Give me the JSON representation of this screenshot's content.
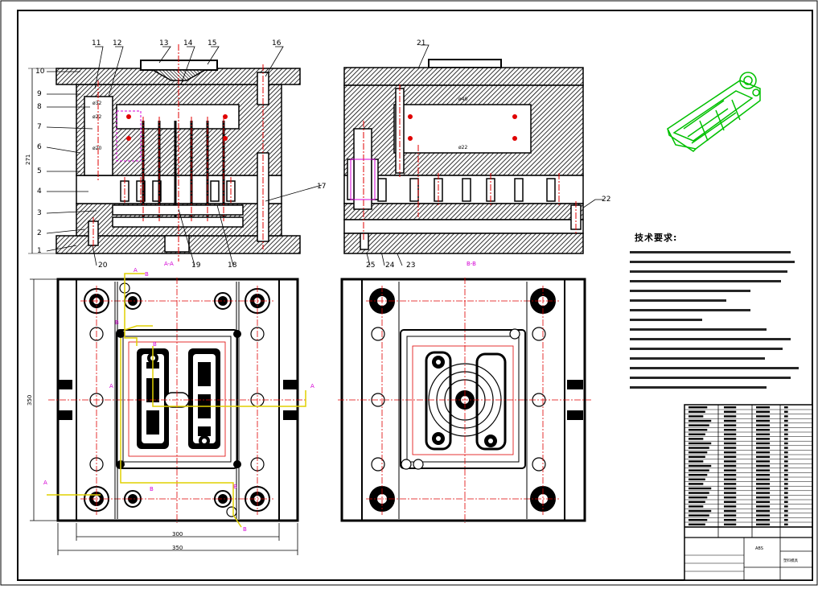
{
  "drawing": {
    "part_labels": [
      "1",
      "2",
      "3",
      "4",
      "5",
      "6",
      "7",
      "8",
      "9",
      "10",
      "11",
      "12",
      "13",
      "14",
      "15",
      "16",
      "17",
      "18",
      "19",
      "20",
      "21",
      "22",
      "23",
      "24",
      "25"
    ],
    "section_labels": {
      "aa": "A-A",
      "bb": "B-B"
    },
    "section_letters": {
      "a": "A",
      "b": "B"
    },
    "dimensions": {
      "height_side": "271",
      "plan_height": "350",
      "plan_inner_width": "300",
      "plan_width": "350"
    },
    "tech_requirements_title": "技术要求:",
    "title_block_text": {
      "material": "ABS",
      "part_name": "塑料模具"
    }
  },
  "colors": {
    "line": "#000000",
    "centerline": "#e00000",
    "section_label": "#d400d4",
    "cut_line": "#e0d000",
    "iso_part": "#00c000"
  }
}
